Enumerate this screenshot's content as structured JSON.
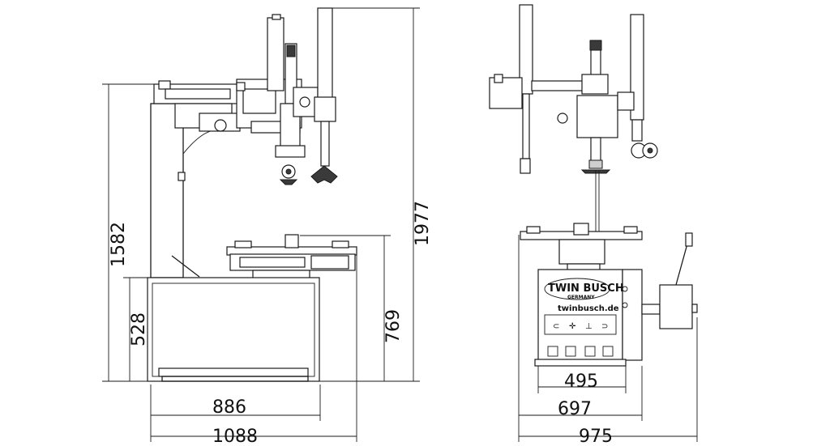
{
  "left_view": {
    "dims": {
      "height_total": "1582",
      "height_base": "528",
      "height_table": "769",
      "height_max": "1977",
      "width_base": "886",
      "width_total": "1088"
    }
  },
  "right_view": {
    "dims": {
      "width_inner": "495",
      "width_base": "697",
      "width_total": "975"
    },
    "brand": {
      "logo_main": "TWIN BUSCH",
      "logo_sub": "GERMANY",
      "website": "twinbusch.de"
    }
  },
  "colors": {
    "ink": "#1a1a1a",
    "background": "#ffffff"
  }
}
